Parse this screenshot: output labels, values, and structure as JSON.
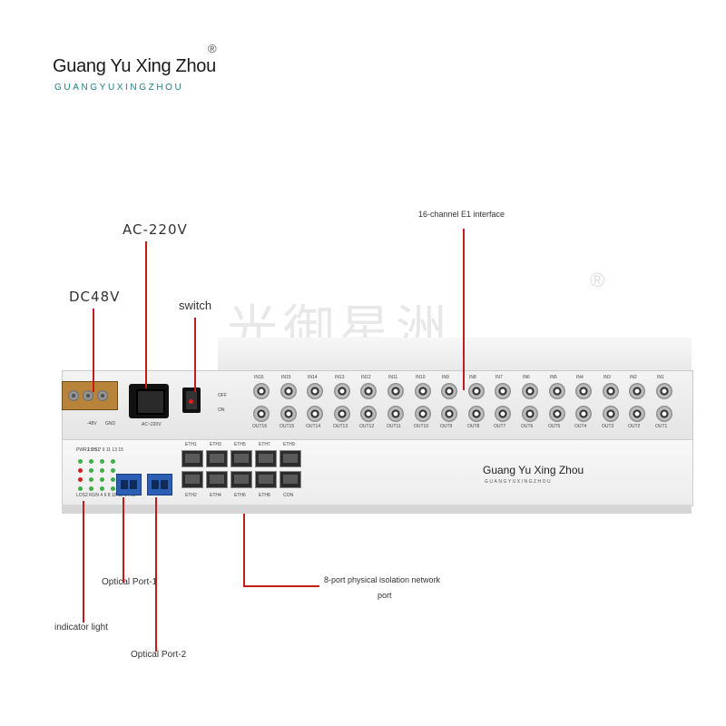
{
  "brand": {
    "name": "Guang Yu Xing Zhou",
    "subname": "GUANGYUXINGZHOU",
    "registered_mark": "®"
  },
  "watermark": {
    "chinese_text": "光御星洲",
    "registered_mark": "®"
  },
  "callouts": {
    "e1_interface": "16-channel E1 interface",
    "ac_power": "AC-220V",
    "dc_power": "DC48V",
    "switch": "switch",
    "optical_port_1": "Optical Port-1",
    "optical_port_2": "Optical Port-2",
    "indicator_light": "indicator light",
    "network_port_line1": "8-port physical isolation network",
    "network_port_line2": "port"
  },
  "rear_panel": {
    "terminal_labels": [
      "-48V",
      "GND"
    ],
    "power_label": "AC~220V",
    "switch_labels": [
      "OFF",
      "ON"
    ],
    "bnc_in_labels": [
      "IN16",
      "IN15",
      "IN14",
      "IN13",
      "IN12",
      "IN11",
      "IN10",
      "IN9",
      "IN8",
      "IN7",
      "IN6",
      "IN5",
      "IN4",
      "IN3",
      "IN2",
      "IN1"
    ],
    "bnc_out_labels": [
      "OUT16",
      "OUT15",
      "OUT14",
      "OUT13",
      "OUT12",
      "OUT11",
      "OUT10",
      "OUT9",
      "OUT8",
      "OUT7",
      "OUT6",
      "OUT5",
      "OUT4",
      "OUT3",
      "OUT2",
      "OUT1"
    ]
  },
  "front_panel": {
    "eth_top_labels": [
      "ETH1",
      "ETH3",
      "ETH5",
      "ETH7",
      "ETH9"
    ],
    "eth_bottom_labels": [
      "ETH2",
      "ETH4",
      "ETH6",
      "ETH8",
      "CON"
    ],
    "led_top_labels": [
      "PWR",
      "LOS1",
      "2",
      "3",
      "5",
      "7",
      "9",
      "11",
      "13",
      "15"
    ],
    "led_bottom_labels": [
      "LOS2",
      "RUN",
      "4",
      "6",
      "8",
      "10",
      "12",
      "14",
      "16"
    ],
    "panel_brand": "Guang Yu Xing Zhou",
    "panel_brand_sub": "GUANGYUXINGZHOU"
  },
  "colors": {
    "leader_line": "#c41a1a",
    "sfp_module": "#2a5fb5",
    "brand_teal": "#1e7f86",
    "led_green": "#3fae49",
    "led_red": "#d22020"
  }
}
